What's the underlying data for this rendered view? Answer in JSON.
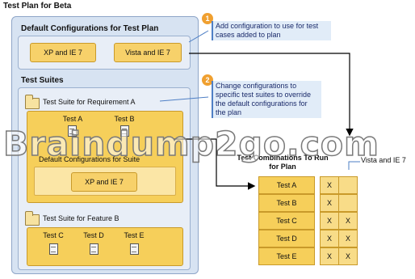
{
  "title": "Test Plan for Beta",
  "default_configurations": {
    "label": "Default Configurations for Test Plan",
    "configs": [
      "XP and IE 7",
      "Vista and IE 7"
    ]
  },
  "test_suites": {
    "label": "Test Suites",
    "suite_a": {
      "label": "Test Suite for Requirement A",
      "tests": [
        "Test A",
        "Test B"
      ],
      "default_label": "Default Configurations for Suite",
      "config": "XP and IE 7"
    },
    "suite_b": {
      "label": "Test Suite for Feature B",
      "tests": [
        "Test C",
        "Test D",
        "Test E"
      ]
    }
  },
  "callouts": [
    {
      "number": "1",
      "text": "Add configuration to use for test cases added to plan"
    },
    {
      "number": "2",
      "text": "Change configurations to specific test suites to override the default configurations for the plan"
    }
  ],
  "combinations": {
    "title": "Test Combinations To Run for Plan",
    "column_header": "Vista and IE 7",
    "rows": [
      {
        "test": "Test A",
        "xp": "X",
        "vista": ""
      },
      {
        "test": "Test B",
        "xp": "X",
        "vista": ""
      },
      {
        "test": "Test C",
        "xp": "X",
        "vista": "X"
      },
      {
        "test": "Test D",
        "xp": "X",
        "vista": "X"
      },
      {
        "test": "Test E",
        "xp": "X",
        "vista": "X"
      }
    ]
  },
  "watermark": "Braindump2go.com",
  "colors": {
    "accent": "#f6cf5a",
    "panel": "#d7e3f2",
    "callout": "#4e7fc5",
    "badge": "#f0a030"
  }
}
